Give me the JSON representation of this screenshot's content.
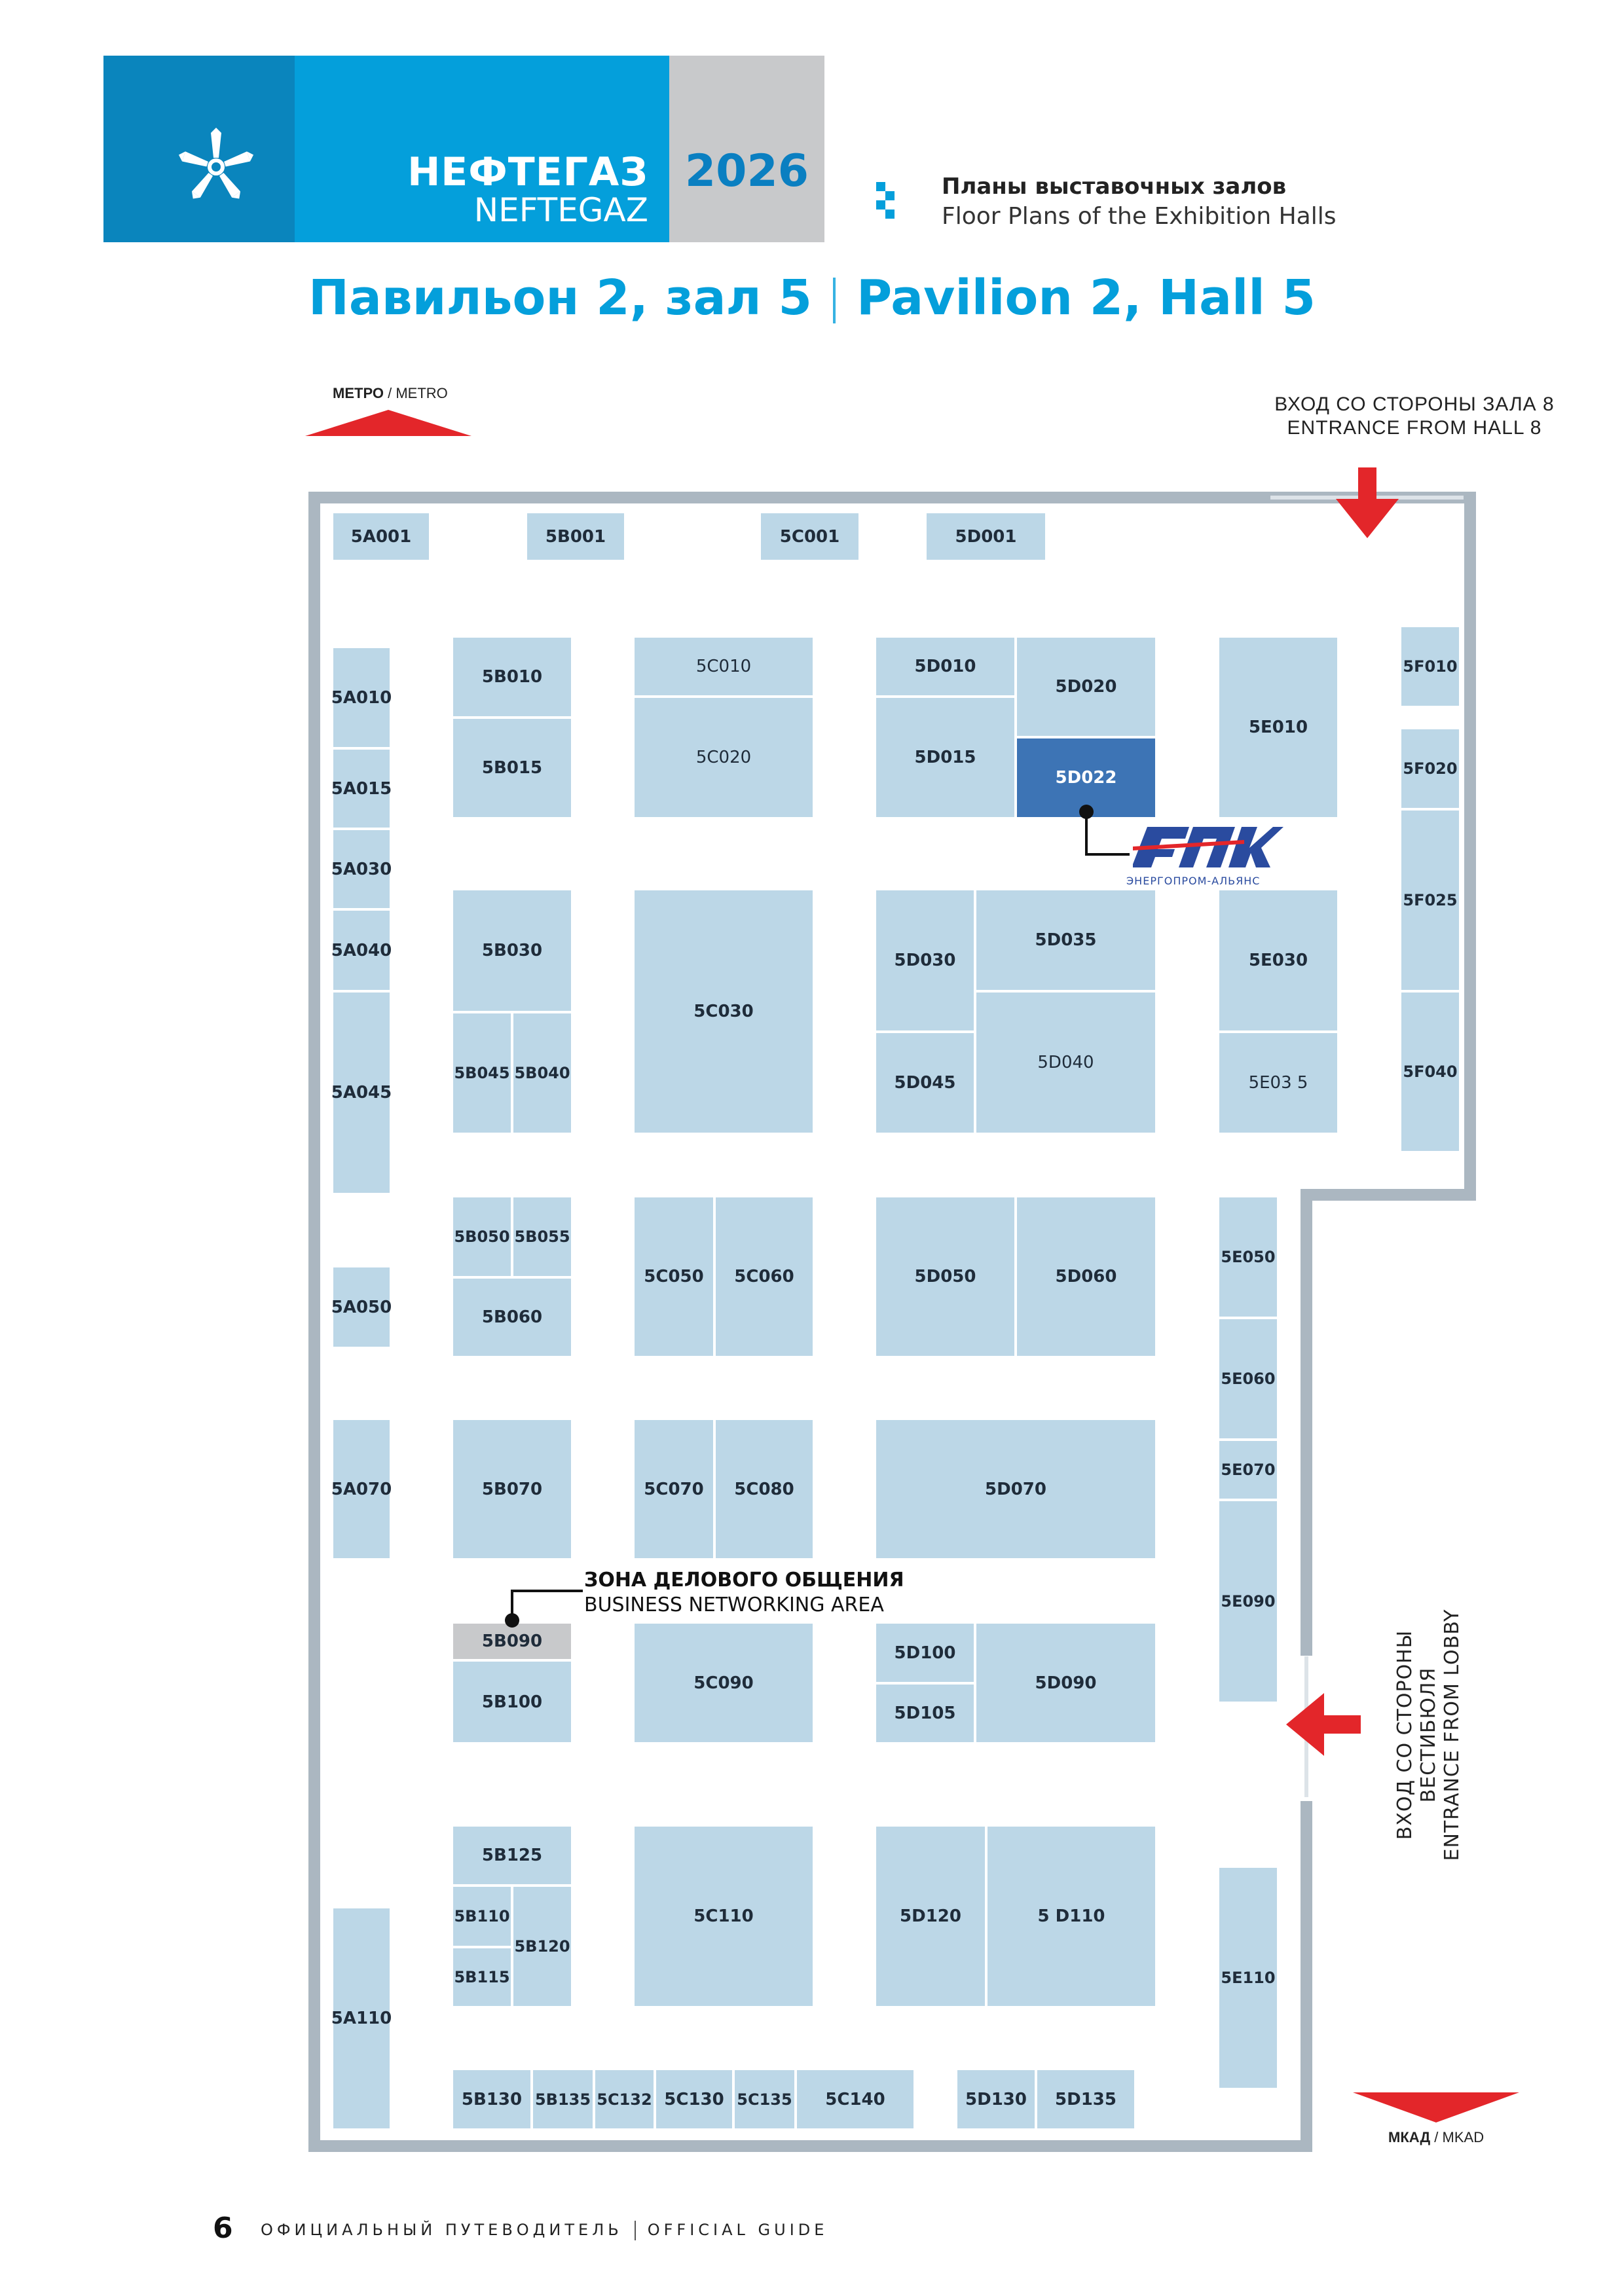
{
  "header": {
    "brand_ru": "НЕФТЕГАЗ",
    "brand_en": "NEFTEGAZ",
    "year": "2026",
    "plans_ru": "Планы выставочных залов",
    "plans_en": "Floor Plans of the Exhibition Halls",
    "title_ru": "Павильон 2, зал 5",
    "title_en": "Pavilion 2, Hall 5"
  },
  "labels": {
    "metro_ru": "МЕТРО",
    "metro_en": "METRO",
    "entrance_top_ru": "ВХОД СО СТОРОНЫ ЗАЛА 8",
    "entrance_top_en": "ENTRANCE FROM HALL 8",
    "entrance_lobby_ru": "ВХОД СО СТОРОНЫ ВЕСТИБЮЛЯ",
    "entrance_lobby_en": "ENTRANCE FROM LOBBY",
    "mkad_ru": "МКАД",
    "mkad_en": "MKAD",
    "business_ru": "ЗОНА ДЕЛОВОГО ОБЩЕНИЯ",
    "business_en": "BUSINESS NETWORKING AREA",
    "epa_sub": "ЭНЕРГОПРОМ-АЛЬЯНС",
    "sep": "/"
  },
  "colors": {
    "brand_blue": "#049fdb",
    "booth": "#bcd7e7",
    "highlight": "#3d74b5",
    "wall": "#abb7c1",
    "arrow": "#e3262a"
  },
  "icons": [
    "logo-star-icon",
    "square-pattern-icon",
    "down-arrow-icon",
    "left-arrow-icon",
    "metro-triangle-icon",
    "mkad-triangle-icon"
  ],
  "booths": {
    "b5A001": "5A001",
    "b5B001": "5B001",
    "b5C001": "5C001",
    "b5D001": "5D001",
    "b5A010": "5A010",
    "b5A015": "5A015",
    "b5A030": "5A030",
    "b5A040": "5A040",
    "b5A045": "5A045",
    "b5A050": "5A050",
    "b5A070": "5A070",
    "b5A110": "5A110",
    "b5B010": "5B010",
    "b5B015": "5B015",
    "b5B030": "5B030",
    "b5B045": "5B045",
    "b5B040": "5B040",
    "b5B050": "5B050",
    "b5B055": "5B055",
    "b5B060": "5B060",
    "b5B070": "5B070",
    "b5B090": "5B090",
    "b5B100": "5B100",
    "b5B125": "5B125",
    "b5B110": "5B110",
    "b5B115": "5B115",
    "b5B120": "5B120",
    "b5B130": "5B130",
    "b5B135": "5B135",
    "b5C010": "5C010",
    "b5C020": "5C020",
    "b5C030": "5C030",
    "b5C050": "5C050",
    "b5C060": "5C060",
    "b5C070": "5C070",
    "b5C080": "5C080",
    "b5C090": "5C090",
    "b5C110": "5C110",
    "b5C132": "5C132",
    "b5C130": "5C130",
    "b5C135": "5C135",
    "b5C140": "5C140",
    "b5D010": "5D010",
    "b5D015": "5D015",
    "b5D020": "5D020",
    "b5D022": "5D022",
    "b5D030": "5D030",
    "b5D035": "5D035",
    "b5D040": "5D040",
    "b5D045": "5D045",
    "b5D050": "5D050",
    "b5D060": "5D060",
    "b5D070": "5D070",
    "b5D100": "5D100",
    "b5D105": "5D105",
    "b5D090": "5D090",
    "b5D120": "5D120",
    "b5D110": "5 D110",
    "b5D130": "5D130",
    "b5D135": "5D135",
    "b5E010": "5E010",
    "b5E030": "5E030",
    "b5E035": "5E03 5",
    "b5E050": "5E050",
    "b5E060": "5E060",
    "b5E070": "5E070",
    "b5E090": "5E090",
    "b5E110": "5E110",
    "b5F010": "5F010",
    "b5F020": "5F020",
    "b5F025": "5F025",
    "b5F040": "5F040"
  },
  "footer": {
    "page_number": "6",
    "guide_ru": "ОФИЦИАЛЬНЫЙ ПУТЕВОДИТЕЛЬ",
    "guide_en": "OFFICIAL GUIDE"
  }
}
